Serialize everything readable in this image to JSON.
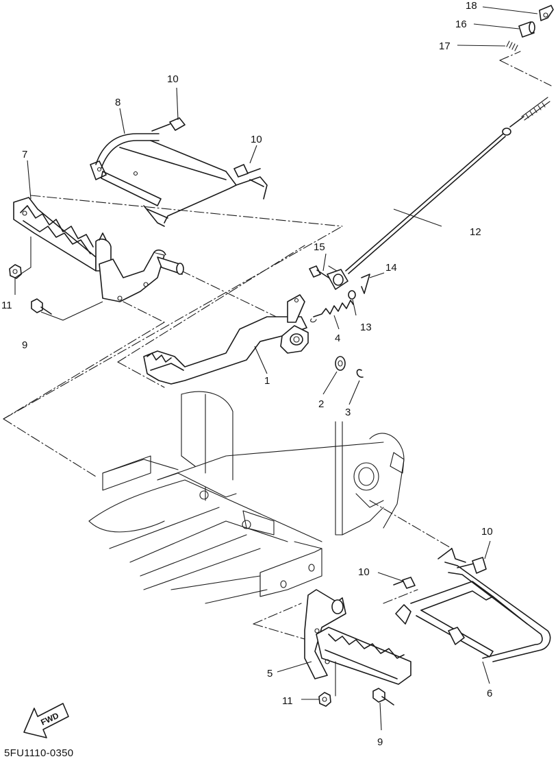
{
  "diagram": {
    "callouts": {
      "c1": "1",
      "c2": "2",
      "c3": "3",
      "c4": "4",
      "c5": "5",
      "c6": "6",
      "c7": "7",
      "c8": "8",
      "c9a": "9",
      "c9b": "9",
      "c10a": "10",
      "c10b": "10",
      "c10c": "10",
      "c10d": "10",
      "c11a": "11",
      "c11b": "11",
      "c12": "12",
      "c13": "13",
      "c14": "14",
      "c15": "15",
      "c16": "16",
      "c17": "17",
      "c18": "18"
    },
    "fwd_label": "FWD",
    "drawing_code": "5FU1110-0350"
  }
}
